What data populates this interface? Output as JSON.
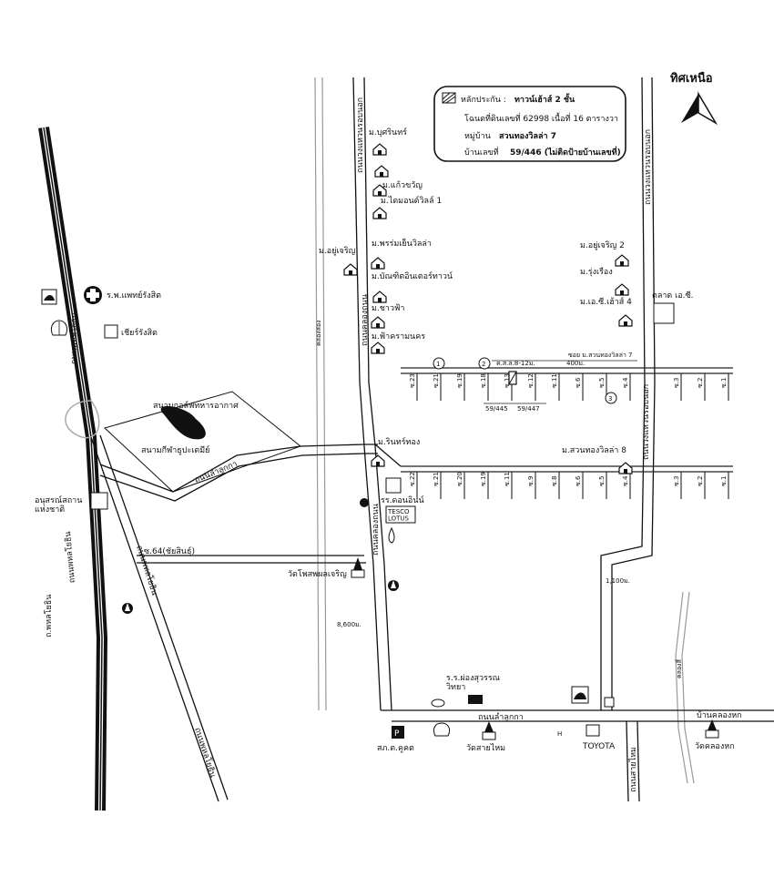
{
  "north": {
    "label": "ทิศเหนือ"
  },
  "legend": {
    "line1_prefix": "หลักประกัน :",
    "line1_value": "ทาวน์เฮ้าส์  2 ชั้น",
    "line2": "โฉนดที่ดินเลขที่ 62998 เนื้อที่ 16 ตารางวา",
    "line3_prefix": "หมู่บ้าน",
    "line3_value": "สวนทองวิลล่า 7",
    "line4_prefix": "บ้านเลขที่",
    "line4_value": "59/446 (ไม่ติดป้ายบ้านเลขที่)"
  },
  "roads": {
    "phahon_left": "ถนนพหลโยธิน",
    "phahon_bypass": "ถนนพหลโยธิน",
    "lamlukka_mid": "ถนนลำลูกกา",
    "lamlukka_bottom": "ถนนลำลูกกา",
    "khlong_thanon": "ถนนคลองถนน",
    "ring_left": "ถนนวงแหวนรอบนอก",
    "ring_right": "ถนนวงแหวนรอบนอก",
    "left_diag": "ถนนพหลโยธิน",
    "lower_left": "ถ.พหลโยธิน",
    "khlong_3": "คลองสอง",
    "khlong_4": "คลองสี่",
    "bottom_right": "ถนนสายไหม",
    "right_edge": "บ้านคลองหก",
    "soi_top_label": "ซอย ม.สวนทองวิลล่า 7",
    "soi_sub_label": "ค.ส.ล.8-12ม.",
    "soi_dist": "400ม.",
    "soi_64": "ซ.64(ชัยสินธุ์)"
  },
  "places": {
    "hospital": "ร.พ.แพทย์รังสิต",
    "future": "เชียร์รังสิต",
    "golf": "สนามกอล์ฟทหารอากาศ",
    "stadium": "สนามกีฬาธูปะเตมีย์",
    "monument": "อนุสรณ์สถาน\nแห่งชาติ",
    "m_buasrin": "ม.บุศรินทร์",
    "m_kaewkwan": "ม.แก้วขวัญ",
    "m_diamond": "ม.ไดมอนด์วิลล์ 1",
    "m_yoocharoen": "ม.อยู่เจริญ",
    "m_promyen": "ม.พรร่มเย็นวิลล่า",
    "m_bandit": "ม.บัณฑิตอินเตอร์ทาวน์",
    "m_chaofa": "ม.ชาวฟ้า",
    "m_fakram": "ม.ฟ้าครามนคร",
    "m_yoocharoen2": "ม.อยู่เจริญ 2",
    "m_rungruang": "ม.รุ่งเรือง",
    "m_ec": "ม.เอ.ซี.เฮ้าส์ 4",
    "market": "ตลาด เอ.ซี.",
    "m_rinthong": "ม.รินทร์ทอง",
    "m_suanthong8": "ม.สวนทองวิลล่า 8",
    "school_donin": "รร.ดอนอินน์",
    "tesco": "TESCO\nLOTUS",
    "wat_phosai": "วัดโพสพผลเจริญ",
    "school_pong": "ร.ร.ผ่องสุวรรณ\nวิทยา",
    "wat_saimai": "วัดสายไหม",
    "police": "สภ.ต.คูคต",
    "toyota": "TOYOTA",
    "wat_khlong6": "วัดคลองหก"
  },
  "distances": {
    "d1100": "1,100ม.",
    "d8600": "8,600ม."
  },
  "house_numbers": {
    "h1": "59/445",
    "h2": "59/447"
  },
  "markers": {
    "m1": "1",
    "m2": "2",
    "m3": "3"
  },
  "soi_top": [
    "ซ.23",
    "ซ.21",
    "ซ.19",
    "ซ.18",
    "ซ.13",
    "ซ.12",
    "ซ.11",
    "ซ.6",
    "ซ.5",
    "ซ.4",
    "ซ.3",
    "ซ.2",
    "ซ.1"
  ],
  "soi_bottom": [
    "ซ.22",
    "ซ.21",
    "ซ.20",
    "ซ.19",
    "ซ.11",
    "ซ.9",
    "ซ.8",
    "ซ.6",
    "ซ.5",
    "ซ.4",
    "ซ.3",
    "ซ.2",
    "ซ.1"
  ]
}
